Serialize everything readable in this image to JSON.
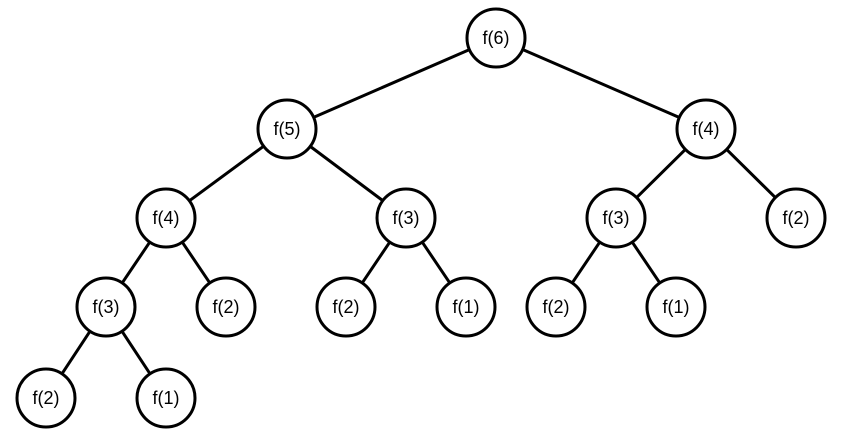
{
  "tree": {
    "nodes": [
      {
        "id": "n1",
        "label": "f(6)",
        "children": [
          "n2",
          "n3"
        ]
      },
      {
        "id": "n2",
        "label": "f(5)",
        "children": [
          "n4",
          "n5"
        ]
      },
      {
        "id": "n3",
        "label": "f(4)",
        "children": [
          "n6",
          "n7"
        ]
      },
      {
        "id": "n4",
        "label": "f(4)",
        "children": [
          "n8",
          "n9"
        ]
      },
      {
        "id": "n5",
        "label": "f(3)",
        "children": [
          "n10",
          "n11"
        ]
      },
      {
        "id": "n6",
        "label": "f(3)",
        "children": [
          "n12",
          "n13"
        ]
      },
      {
        "id": "n7",
        "label": "f(2)",
        "children": []
      },
      {
        "id": "n8",
        "label": "f(3)",
        "children": [
          "n14",
          "n15"
        ]
      },
      {
        "id": "n9",
        "label": "f(2)",
        "children": []
      },
      {
        "id": "n10",
        "label": "f(2)",
        "children": []
      },
      {
        "id": "n11",
        "label": "f(1)",
        "children": []
      },
      {
        "id": "n12",
        "label": "f(2)",
        "children": []
      },
      {
        "id": "n13",
        "label": "f(1)",
        "children": []
      },
      {
        "id": "n14",
        "label": "f(2)",
        "children": []
      },
      {
        "id": "n15",
        "label": "f(1)",
        "children": []
      }
    ]
  }
}
